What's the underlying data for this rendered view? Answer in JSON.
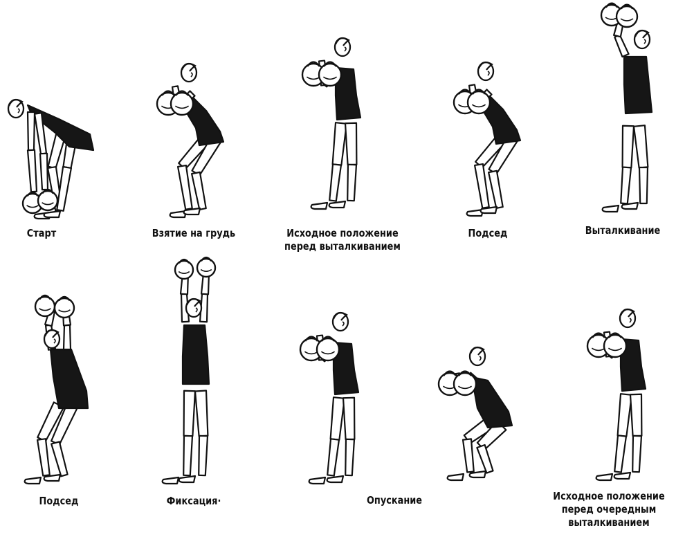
{
  "colors": {
    "ink": "#111111",
    "fill": "#161616",
    "paper": "#ffffff"
  },
  "figures": [
    {
      "id": "start",
      "pose": "bent-grip",
      "lines": [
        "Старт"
      ]
    },
    {
      "id": "clean",
      "pose": "squat-rack",
      "lines": [
        "Взятие на грудь"
      ]
    },
    {
      "id": "rack",
      "pose": "stand-rack",
      "lines": [
        "Исходное положение",
        "перед выталкиванием"
      ]
    },
    {
      "id": "dip",
      "pose": "squat-rack",
      "lines": [
        "Подсед"
      ]
    },
    {
      "id": "push",
      "pose": "stand-push",
      "lines": [
        "Выталкивание"
      ]
    },
    {
      "id": "dip2",
      "pose": "squat-overhead",
      "lines": [
        "Подсед"
      ]
    },
    {
      "id": "lockout",
      "pose": "stand-overhead",
      "lines": [
        "Фиксация·"
      ]
    },
    {
      "id": "lower",
      "pose": "stand-rack",
      "lines": [
        "Опускание"
      ]
    },
    {
      "id": "catch",
      "pose": "deep-squat-rack",
      "lines": [
        ""
      ]
    },
    {
      "id": "rack2",
      "pose": "stand-rack",
      "lines": [
        "Исходное положение",
        "перед очередным",
        "выталкиванием"
      ]
    }
  ]
}
